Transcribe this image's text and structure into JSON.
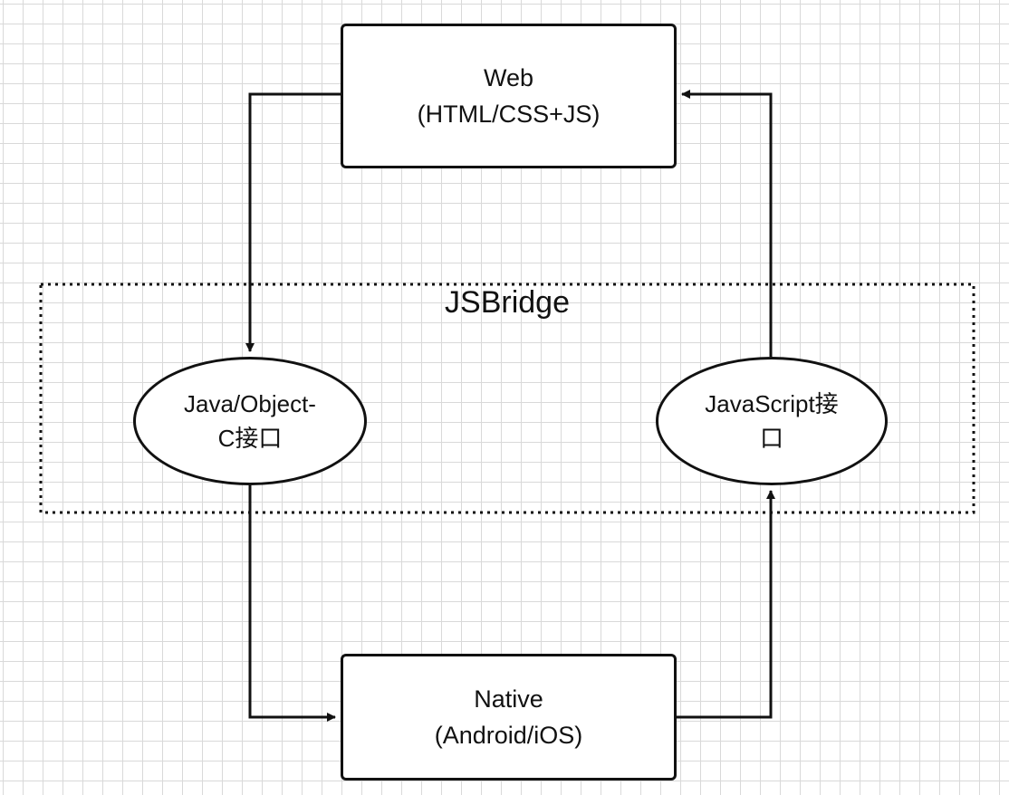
{
  "diagram": {
    "bridge": {
      "label": "JSBridge"
    },
    "nodes": {
      "web": {
        "line1": "Web",
        "line2": "(HTML/CSS+JS)"
      },
      "native": {
        "line1": "Native",
        "line2": "(Android/iOS)"
      },
      "java_interface": {
        "line1": "Java/Object-",
        "line2": "C接口"
      },
      "js_interface": {
        "line1": "JavaScript接",
        "line2": "口"
      }
    }
  }
}
